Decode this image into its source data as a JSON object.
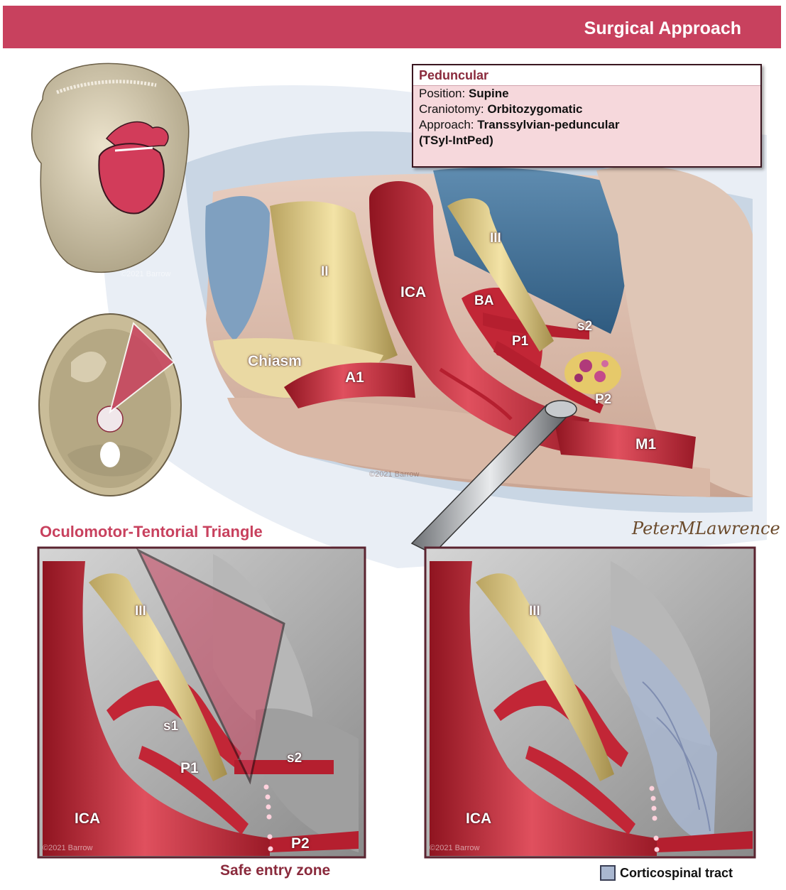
{
  "header": {
    "title": "Surgical Approach"
  },
  "info_box": {
    "heading": "Peduncular",
    "position_label": "Position: ",
    "position_value": "Supine",
    "craniotomy_label": "Craniotomy: ",
    "craniotomy_value": "Orbitozygomatic",
    "approach_label": "Approach: ",
    "approach_value": "Transsylvian-peduncular",
    "approach_value_2": "(TSyl-IntPed)"
  },
  "main_labels": {
    "ii": "II",
    "iii": "III",
    "ica": "ICA",
    "ba": "BA",
    "s2": "s2",
    "p1": "P1",
    "p2": "P2",
    "m1": "M1",
    "a1": "A1",
    "chiasm": "Chiasm"
  },
  "left_panel": {
    "title": "Oculomotor-Tentorial Triangle",
    "iii": "III",
    "s1": "s1",
    "s2": "s2",
    "p1": "P1",
    "ica": "ICA",
    "p2": "P2",
    "caption": "Safe entry zone"
  },
  "right_panel": {
    "iii": "III",
    "ica": "ICA",
    "legend_label": "Corticospinal tract"
  },
  "watermark": "©2021 Barrow",
  "signature": "PeterMLawrence",
  "colors": {
    "brand": "#c8415e",
    "artery": "#c9283a",
    "nerve": "#e8d490",
    "bone": "#d8cdb0",
    "brain": "#b9b9b9",
    "tract": "#a9b7d0"
  }
}
